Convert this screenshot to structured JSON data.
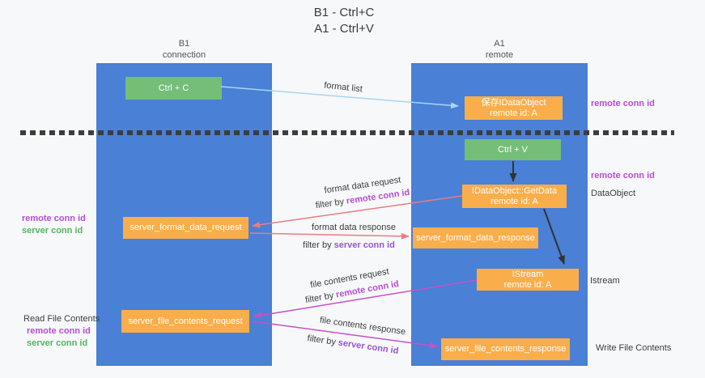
{
  "title": {
    "line1": "B1 - Ctrl+C",
    "line2": "A1 - Ctrl+V"
  },
  "columns": {
    "left": {
      "name": "B1",
      "role": "connection"
    },
    "right": {
      "name": "A1",
      "role": "remote"
    }
  },
  "nodes": {
    "ctrl_c": {
      "label": "Ctrl + C"
    },
    "save_idataobject": {
      "line1": "保存IDataObject",
      "line2": "remote id: A"
    },
    "ctrl_v": {
      "label": "Ctrl + V"
    },
    "getdata": {
      "line1": "IDataObject::GetData",
      "line2": "remote id: A"
    },
    "server_format_data_request": {
      "label": "server_format_data_request"
    },
    "server_format_data_response": {
      "label": "server_format_data_response"
    },
    "istream": {
      "line1": "IStream",
      "line2": "remote id: A"
    },
    "server_file_contents_request": {
      "label": "server_file_contents_request"
    },
    "server_file_contents_response": {
      "label": "server_file_contents_response"
    }
  },
  "edges": {
    "format_list": "format list",
    "format_data_request": "format data request",
    "format_data_response": "format data response",
    "file_contents_request": "file contents request",
    "file_contents_response": "file contents response",
    "filter_by": "filter by",
    "remote_conn_id": "remote conn id",
    "server_conn_id": "server conn id"
  },
  "annotations": {
    "right_top_remote_conn_id": "remote conn id",
    "right_mid_remote_conn_id": "remote conn id",
    "dataobject": "DataObject",
    "istream": "Istream",
    "write_file_contents": "Write File Contents",
    "left_remote_conn_id": "remote conn id",
    "left_server_conn_id": "server conn id",
    "read_file_contents": "Read File Contents",
    "left_bottom_remote_conn_id": "remote conn id",
    "left_bottom_server_conn_id": "server conn id"
  },
  "colors": {
    "background": "#f7f8fa",
    "column_blue": "#4a80d5",
    "box_green": "#74be78",
    "box_orange": "#f9ae4b",
    "arrow_light_blue": "#a9d4f0",
    "arrow_salmon": "#e87e7e",
    "arrow_magenta": "#c750c7",
    "arrow_black": "#333333",
    "label_remote_purple": "#b44fd0",
    "label_server_violet": "#9455d2",
    "label_server_green": "#54b45e",
    "text_dark": "#3c3c3c"
  }
}
